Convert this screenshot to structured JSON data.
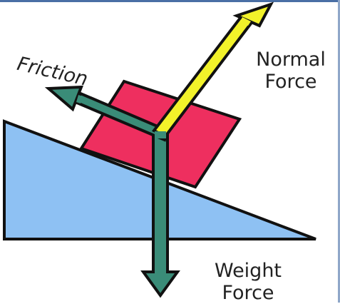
{
  "labels": {
    "friction": "Friction",
    "normal": [
      "Normal",
      "Force"
    ],
    "weight": [
      "Weight",
      "Force"
    ]
  },
  "colors": {
    "incline": "#8ec1f3",
    "block": "#ee2f5f",
    "normal_arrow": "#f2f22a",
    "friction_arrow": "#3a8c78",
    "weight_arrow": "#3a8c78",
    "outline": "#111111"
  }
}
